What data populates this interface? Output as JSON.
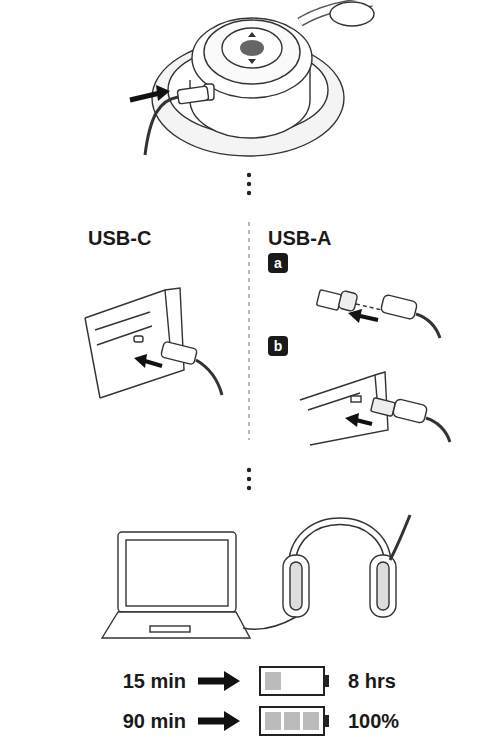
{
  "diagram": {
    "nodes": [
      {
        "text": [
          "a"
        ]
      },
      {
        "text": [
          "b"
        ]
      }
    ],
    "labels": [
      "USB-C",
      "USB-A",
      "15 min",
      "8 hrs",
      "90 min",
      "100%"
    ]
  }
}
